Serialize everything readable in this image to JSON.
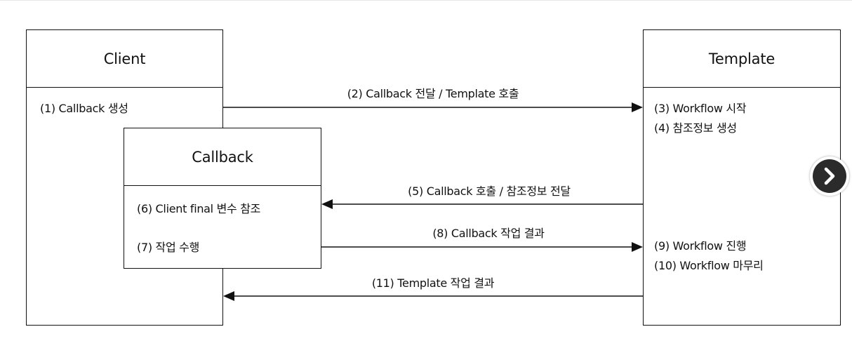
{
  "boxes": {
    "client": {
      "title": "Client",
      "items": [
        "(1) Callback 생성"
      ]
    },
    "template": {
      "title": "Template",
      "items": [
        "(3) Workflow 시작",
        "(4) 참조정보 생성",
        "(9) Workflow 진행",
        "(10) Workflow 마무리"
      ]
    },
    "callback": {
      "title": "Callback",
      "items": [
        "(6) Client final 변수 참조",
        "(7) 작업 수행"
      ]
    }
  },
  "arrows": [
    {
      "label": "(2) Callback 전달 / Template 호출",
      "from": "Client",
      "to": "Template"
    },
    {
      "label": "(5) Callback 호출 / 참조정보 전달",
      "from": "Template",
      "to": "Callback"
    },
    {
      "label": "(8) Callback 작업 결과",
      "from": "Callback",
      "to": "Template"
    },
    {
      "label": "(11) Template 작업 결과",
      "from": "Template",
      "to": "Client"
    }
  ],
  "nav": {
    "icon": "chevron-right-icon"
  }
}
